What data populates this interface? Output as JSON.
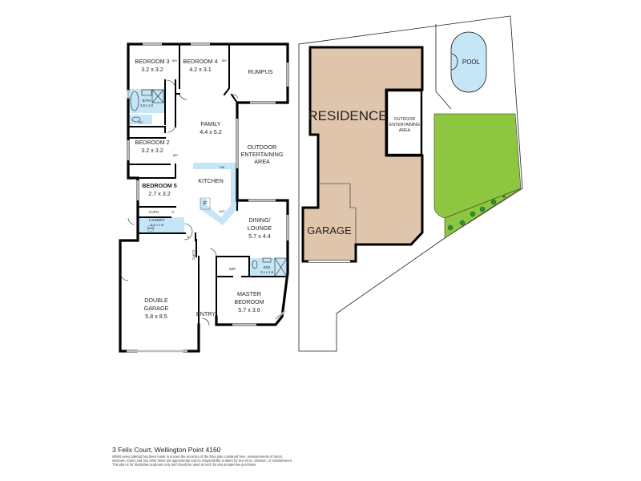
{
  "floor_plan": {
    "rooms": [
      {
        "id": "bedroom3",
        "name": "BEDROOM 3",
        "size": "3.2 x 3.2"
      },
      {
        "id": "bedroom4",
        "name": "BEDROOM 4",
        "size": "4.2 x 3.1"
      },
      {
        "id": "rumpus",
        "name": "RUMPUS"
      },
      {
        "id": "bath",
        "name": "BATH",
        "size": "2.8 x 1.8"
      },
      {
        "id": "wc",
        "name": "WC"
      },
      {
        "id": "family",
        "name": "FAMILY",
        "size": "4.4 x 5.2"
      },
      {
        "id": "bedroom2",
        "name": "BEDROOM 2",
        "size": "3.2 x 3.2"
      },
      {
        "id": "outdoor",
        "name_line1": "OUTDOOR",
        "name_line2": "ENTERTAINING",
        "name_line3": "AREA"
      },
      {
        "id": "kitchen",
        "name": "KITCHEN"
      },
      {
        "id": "bedroom5",
        "name": "BEDROOM 5",
        "size": "2.7 x 3.2"
      },
      {
        "id": "laundry",
        "name": "LAUNDRY",
        "size": "3.5 x 1.6"
      },
      {
        "id": "dining",
        "name_line1": "DINING/",
        "name_line2": "LOUNGE",
        "size": "5.7 x 4.4"
      },
      {
        "id": "garage",
        "name_line1": "DOUBLE",
        "name_line2": "GARAGE",
        "size": "5.8 x 8.5"
      },
      {
        "id": "entry",
        "name": "ENTRY"
      },
      {
        "id": "master",
        "name_line1": "MASTER",
        "name_line2": "BEDROOM",
        "size": "5.7 x 3.6"
      },
      {
        "id": "ens",
        "name": "ENS",
        "size": "3.1 x 1.6"
      },
      {
        "id": "wir",
        "name": "WIR"
      }
    ],
    "fixtures": {
      "bir": "BIR",
      "cupd": "CUP'D",
      "c": "C",
      "dw": "DW",
      "wo": "W/O",
      "f": "F",
      "wm": "WM"
    }
  },
  "site_plan": {
    "residence": "RESIDENCE",
    "garage": "GARAGE",
    "outdoor_line1": "OUTDOOR",
    "outdoor_line2": "ENTERTAINING",
    "outdoor_line3": "AREA",
    "pool": "POOL"
  },
  "colors": {
    "wet_area": "#c5e6f7",
    "residence_fill": "#e0c5ad",
    "lawn": "#8dc63f",
    "shrub": "#2e8b3a",
    "wall": "#000000"
  },
  "footer": {
    "address": "3 Felix Court, Wellington Point 4160",
    "disclaimer_line1": "Whilst every attempt has been made to ensure the accuracy of the floor plan contained here, measurements of doors,",
    "disclaimer_line2": "windows, rooms and any other items are approximate and no responsibility is taken for any error, omission, or misstatement.",
    "disclaimer_line3": "This plan is for illustrative purposes only and should be used as such by any prospective purchaser."
  }
}
